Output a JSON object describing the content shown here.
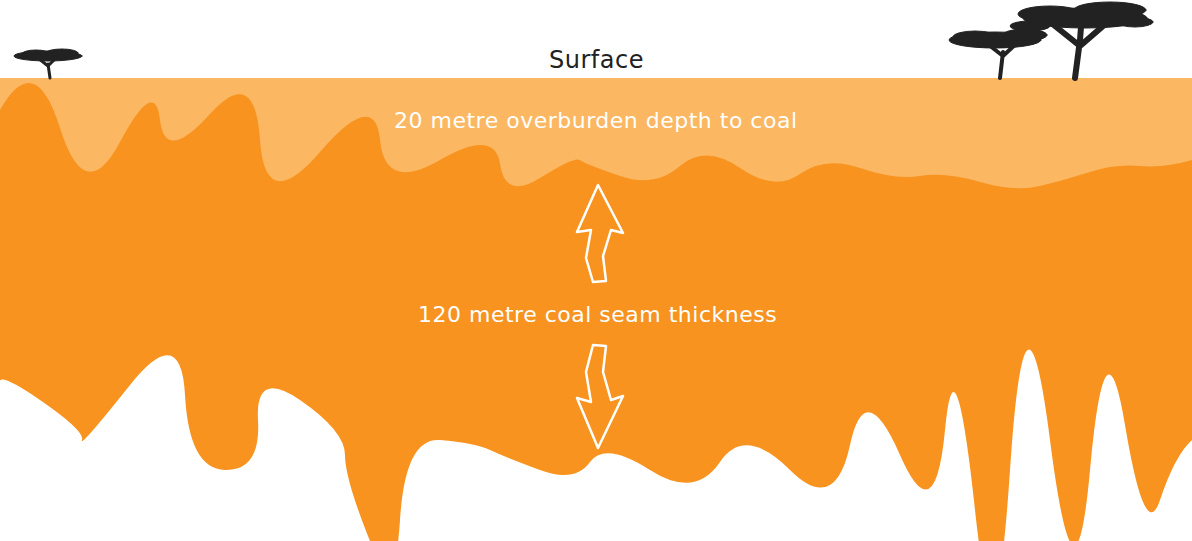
{
  "diagram": {
    "nodes": [
      {
        "text": [
          "20 metre overburden depth to coal"
        ]
      },
      {
        "text": [
          "120 metre coal seam thickness"
        ]
      }
    ],
    "labels": [
      "Surface"
    ]
  }
}
